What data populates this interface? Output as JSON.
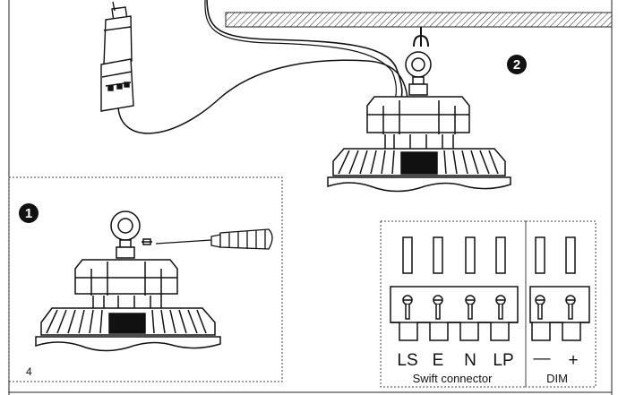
{
  "page_number": "4",
  "steps": {
    "step_1": "1",
    "step_2": "2"
  },
  "swift_connector": {
    "terminals": [
      "LS",
      "E",
      "N",
      "LP"
    ],
    "caption": "Swift connector"
  },
  "dim_connector": {
    "terminals": [
      "—",
      "+"
    ],
    "caption": "DIM"
  },
  "colors": {
    "ink": "#111111",
    "paper": "#ffffff"
  }
}
